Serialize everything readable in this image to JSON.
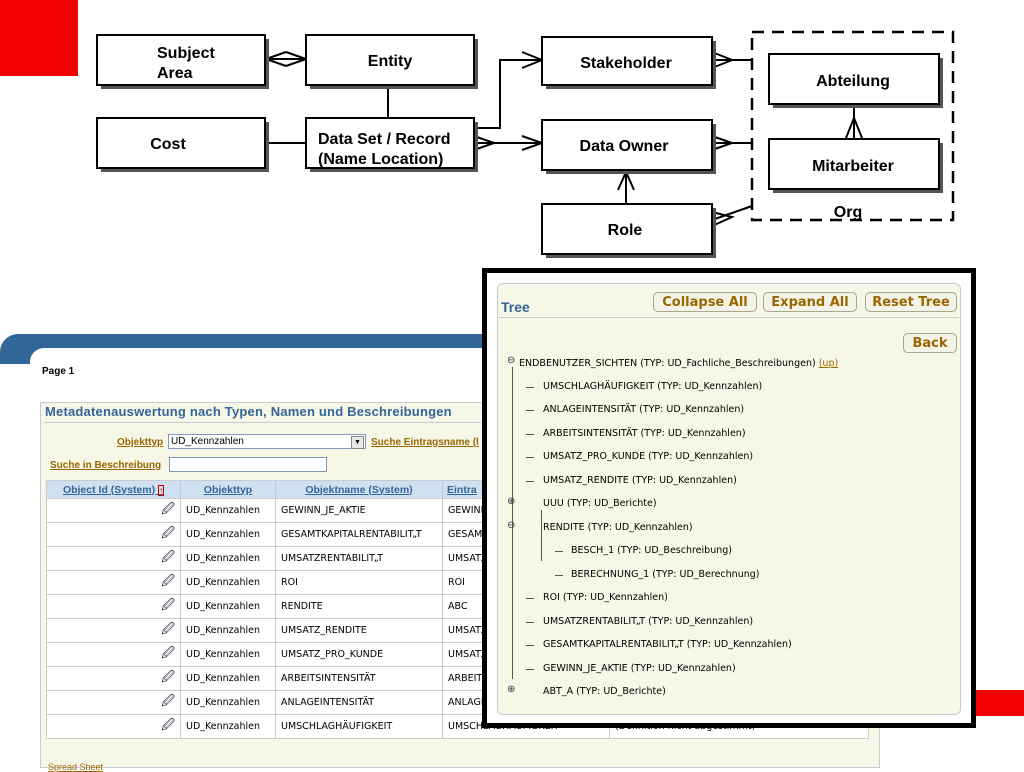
{
  "diagram": {
    "boxes": {
      "subject_area": [
        "Subject",
        "Area"
      ],
      "entity": "Entity",
      "stakeholder": "Stakeholder",
      "abteilung": "Abteilung",
      "cost": "Cost",
      "data_set": [
        "Data Set / Record",
        "(Name Location)"
      ],
      "data_owner": "Data Owner",
      "mitarbeiter": "Mitarbeiter",
      "role": "Role"
    },
    "org_label": "Org"
  },
  "app": {
    "page_label": "Page 1",
    "region_title": "Metadatenauswertung nach Typen, Namen und Beschreibungen",
    "objekttyp_label": "Objekttyp",
    "objekttyp_value": "UD_Kennzahlen",
    "suche_eintrag_label": "Suche Eintragsname (l",
    "suche_beschreibung_label": "Suche in Beschreibung",
    "columns": [
      "Object Id (System)",
      "Objekttyp",
      "Objektname (System)",
      "Eintra"
    ],
    "rows": [
      {
        "typ": "UD_Kennzahlen",
        "name": "GEWINN_JE_AKTIE",
        "eintrag": "GEWINN",
        "beschreibung": ""
      },
      {
        "typ": "UD_Kennzahlen",
        "name": "GESAMTKAPITALRENTABILIT„T",
        "eintrag": "GESAMT",
        "beschreibung": ""
      },
      {
        "typ": "UD_Kennzahlen",
        "name": "UMSATZRENTABILIT„T",
        "eintrag": "UMSATZ",
        "beschreibung": ""
      },
      {
        "typ": "UD_Kennzahlen",
        "name": "ROI",
        "eintrag": "ROI",
        "beschreibung": ""
      },
      {
        "typ": "UD_Kennzahlen",
        "name": "RENDITE",
        "eintrag": "ABC",
        "beschreibung": ""
      },
      {
        "typ": "UD_Kennzahlen",
        "name": "UMSATZ_RENDITE",
        "eintrag": "UMSATZ",
        "beschreibung": ""
      },
      {
        "typ": "UD_Kennzahlen",
        "name": "UMSATZ_PRO_KUNDE",
        "eintrag": "UMSATZ",
        "beschreibung": ""
      },
      {
        "typ": "UD_Kennzahlen",
        "name": "ARBEITSINTENSITÄT",
        "eintrag": "ARBEITS",
        "beschreibung": ""
      },
      {
        "typ": "UD_Kennzahlen",
        "name": "ANLAGEINTENSITÄT",
        "eintrag": "ANLAGE",
        "beschreibung": ""
      },
      {
        "typ": "UD_Kennzahlen",
        "name": "UMSCHLAGHÄUFIGKEIT",
        "eintrag": "UMSCHLAGHÄUFIGKEIT",
        "beschreibung": "(Definition nicht abgestimmt)"
      }
    ],
    "spread_label": "Spread Sheet"
  },
  "tree": {
    "title": "Tree",
    "collapse_label": "Collapse All",
    "expand_label": "Expand All",
    "reset_label": "Reset Tree",
    "back_label": "Back",
    "root": "ENDBENUTZER_SICHTEN (TYP: UD_Fachliche_Beschreibungen)",
    "up_link": "(up)",
    "nodes": [
      "UMSCHLAGHÄUFIGKEIT (TYP: UD_Kennzahlen)",
      "ANLAGEINTENSITÄT (TYP: UD_Kennzahlen)",
      "ARBEITSINTENSITÄT (TYP: UD_Kennzahlen)",
      "UMSATZ_PRO_KUNDE (TYP: UD_Kennzahlen)",
      "UMSATZ_RENDITE (TYP: UD_Kennzahlen)",
      "UUU (TYP: UD_Berichte)",
      "RENDITE (TYP: UD_Kennzahlen)",
      "BESCH_1 (TYP: UD_Beschreibung)",
      "BERECHNUNG_1 (TYP: UD_Berechnung)",
      "ROI (TYP: UD_Kennzahlen)",
      "UMSATZRENTABILIT„T (TYP: UD_Kennzahlen)",
      "GESAMTKAPITALRENTABILIT„T (TYP: UD_Kennzahlen)",
      "GEWINN_JE_AKTIE (TYP: UD_Kennzahlen)",
      "ABT_A (TYP: UD_Berichte)"
    ]
  }
}
